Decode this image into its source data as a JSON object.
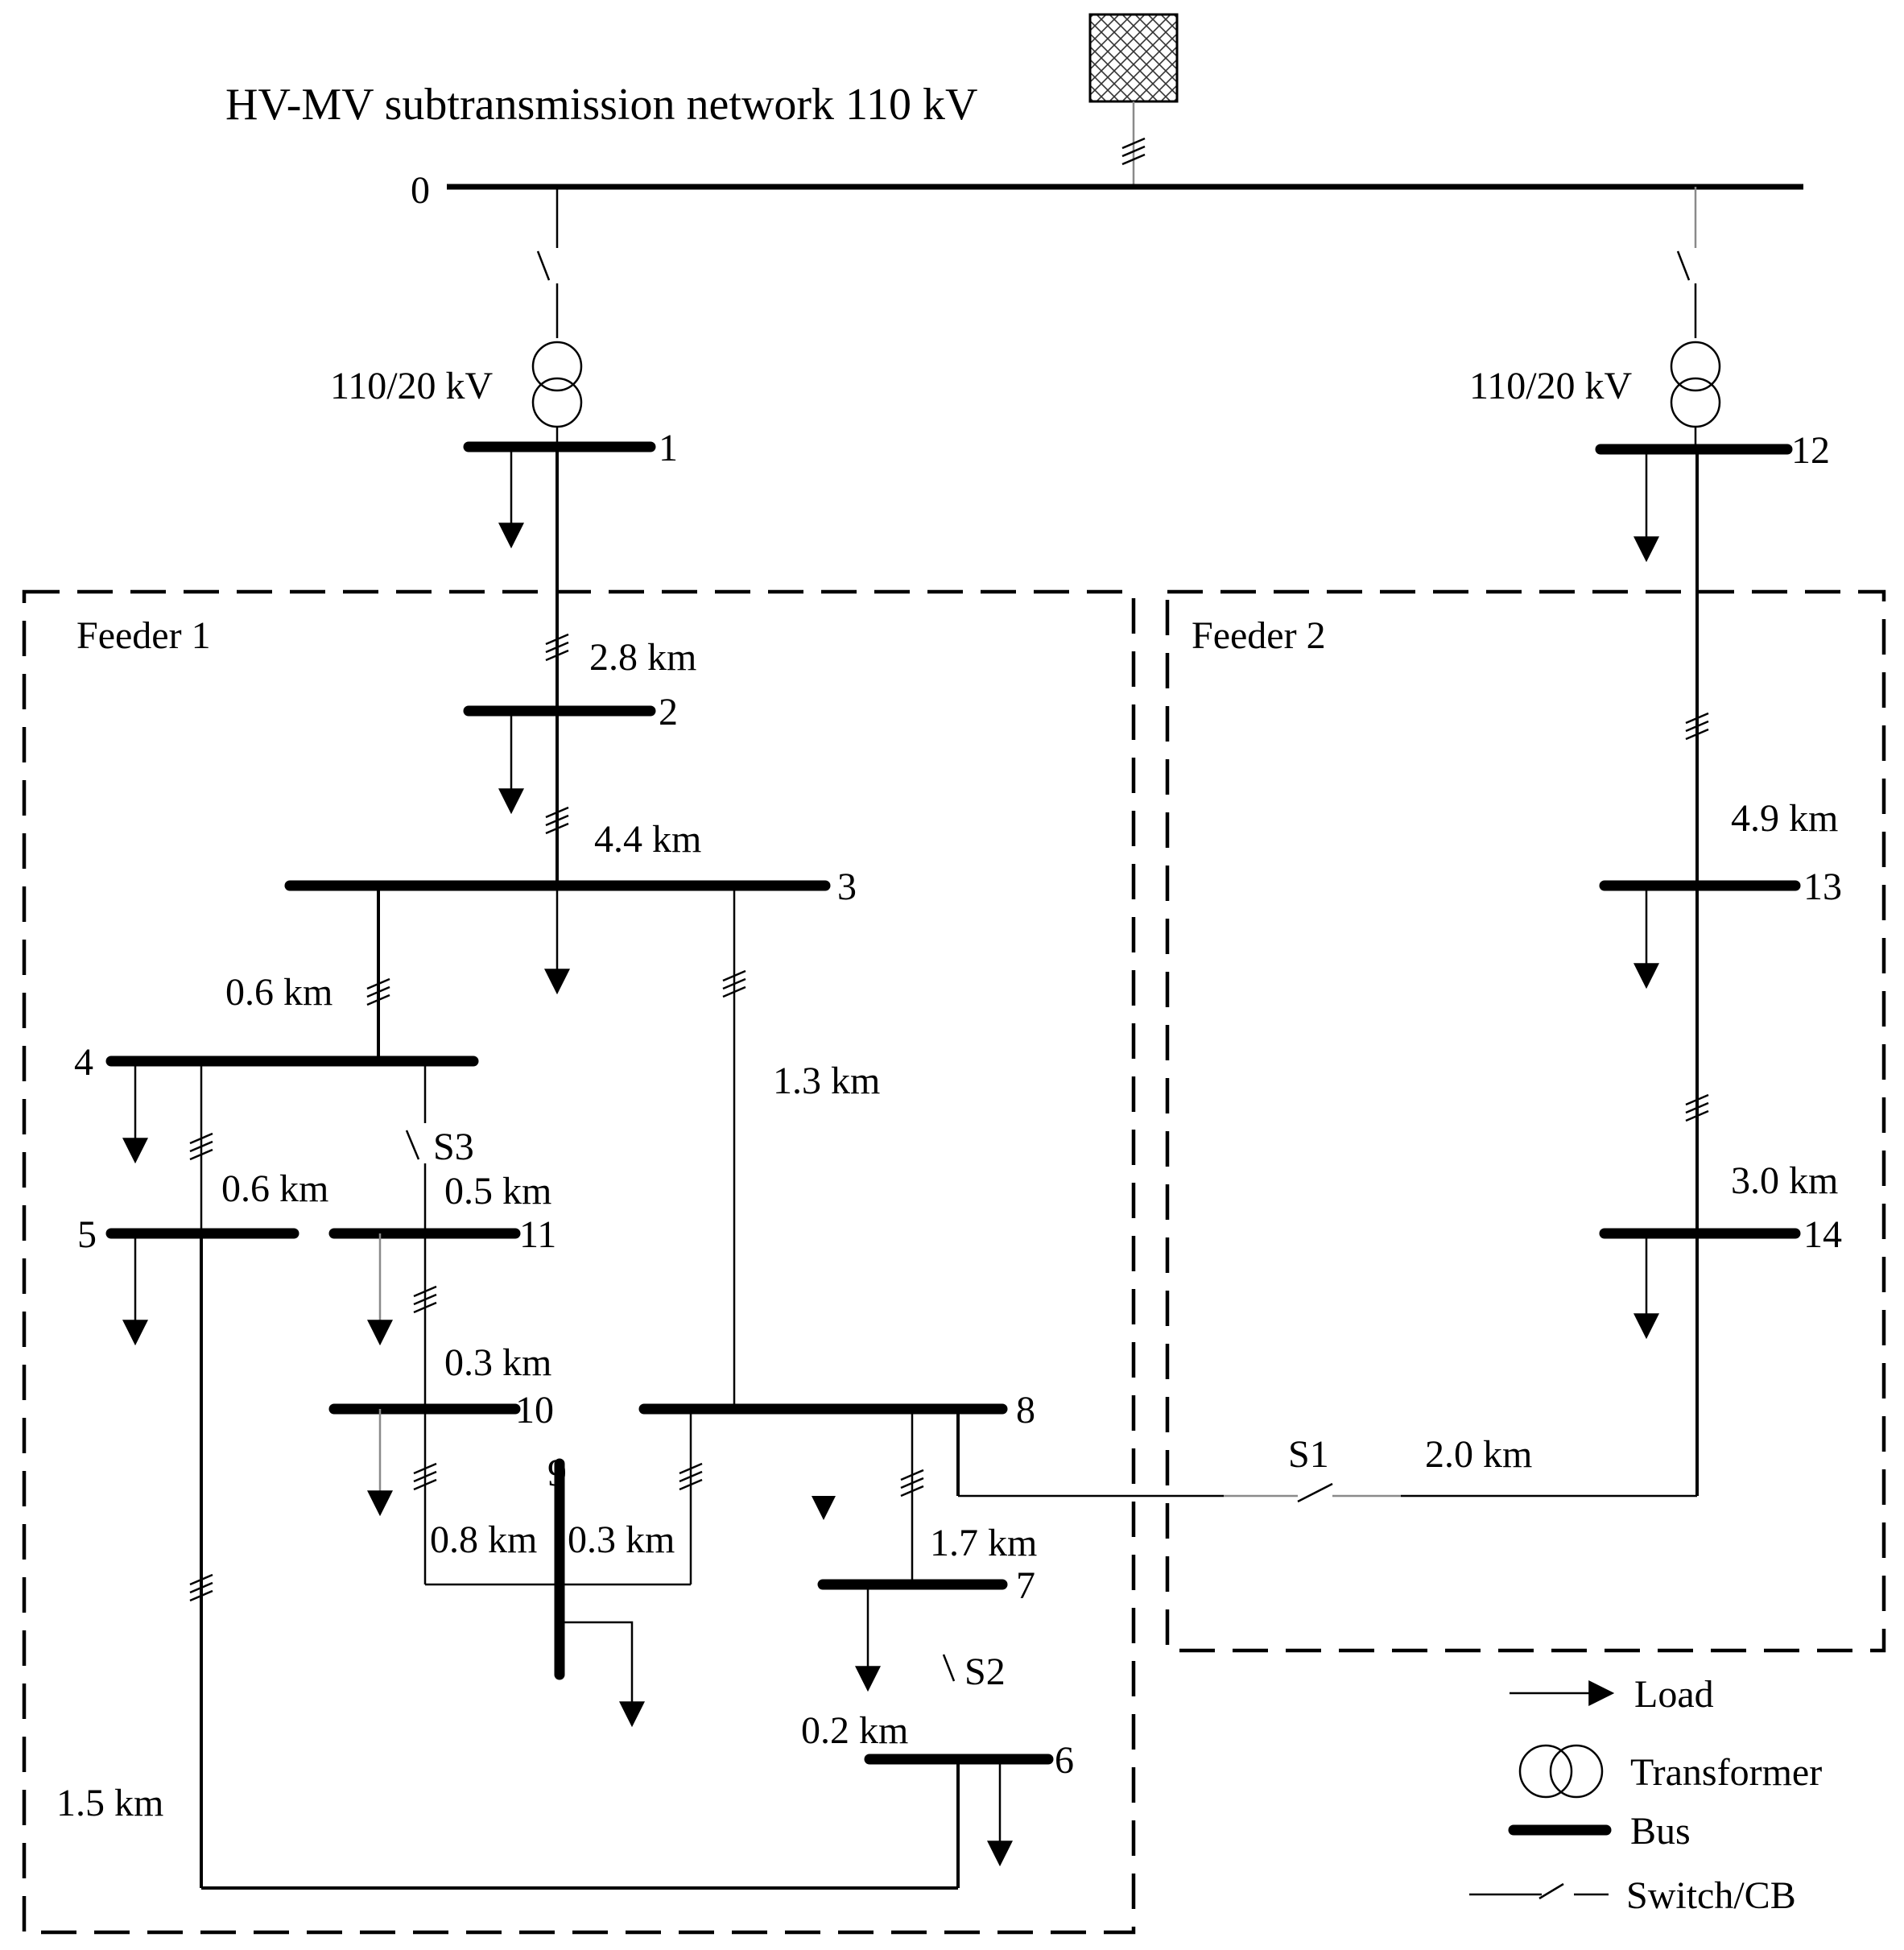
{
  "title": "HV-MV subtransmission network 110 kV",
  "buses": [
    "0",
    "1",
    "2",
    "3",
    "4",
    "5",
    "6",
    "7",
    "8",
    "9",
    "10",
    "11",
    "12",
    "13",
    "14"
  ],
  "transformers": [
    "110/20 kV",
    "110/20 kV"
  ],
  "feeders": [
    "Feeder 1",
    "Feeder 2"
  ],
  "line_lengths": [
    "2.8 km",
    "4.4 km",
    "0.6 km",
    "1.3 km",
    "0.6 km",
    "0.5 km",
    "0.3 km",
    "0.8 km",
    "0.3 km",
    "1.7 km",
    "0.2 km",
    "1.5 km",
    "4.9 km",
    "3.0 km",
    "2.0 km"
  ],
  "switches": [
    "S1",
    "S2",
    "S3"
  ],
  "legend": [
    "Load",
    "Transformer",
    "Bus",
    "Switch/CB"
  ]
}
